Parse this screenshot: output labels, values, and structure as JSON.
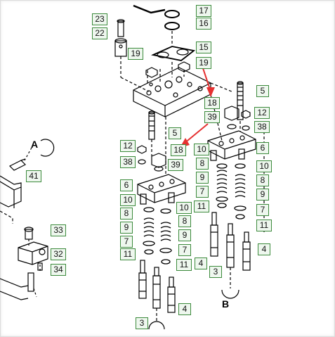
{
  "diagram": {
    "labels": [
      "23",
      "22",
      "17",
      "16",
      "15",
      "19",
      "19",
      "5",
      "18",
      "39",
      "12",
      "38",
      "5",
      "12",
      "38",
      "39",
      "18",
      "6",
      "10",
      "8",
      "9",
      "7",
      "11",
      "10",
      "8",
      "9",
      "7",
      "11",
      "6",
      "10",
      "8",
      "9",
      "7",
      "11",
      "10",
      "8",
      "9",
      "7",
      "11",
      "4",
      "3",
      "4",
      "3",
      "4",
      "41",
      "33",
      "32",
      "34"
    ],
    "callout_letters": [
      "A",
      "B"
    ],
    "colors": {
      "label_border": "#3c8a3c",
      "label_fill": "#eef7ee",
      "arrow": "#e53030",
      "line": "#000000"
    }
  }
}
